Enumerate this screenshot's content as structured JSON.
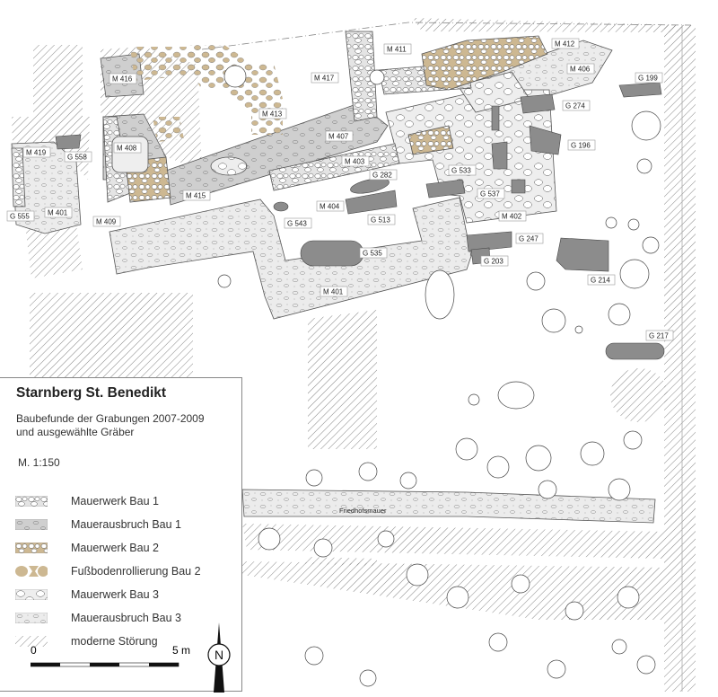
{
  "legend": {
    "title": "Starnberg St. Benedikt",
    "subtitle_line1": "Baubefunde der Grabungen 2007-2009",
    "subtitle_line2": "und ausgewählte Gräber",
    "scale": "M. 1:150",
    "items": [
      {
        "label": "Mauerwerk Bau 1"
      },
      {
        "label": "Maueraubruch Bau 1"
      },
      {
        "label": "Mauerwerk Bau 2"
      },
      {
        "label": "Fußbodenrollierung Bau 2"
      },
      {
        "label": "Mauerwerk Bau 3"
      },
      {
        "label": "Maueraubruch Bau 3"
      },
      {
        "label": "moderne Störung"
      }
    ],
    "scalebar_start": "0",
    "scalebar_end": "5 m",
    "north_label": "N"
  },
  "labels": {
    "m416": "M 416",
    "m417": "M 417",
    "m411": "M 411",
    "m412": "M 412",
    "m406": "M 406",
    "g199": "G 199",
    "g274": "G 274",
    "g196": "G 196",
    "m413": "M 413",
    "m407": "M 407",
    "m408": "M 408",
    "m419": "M 419",
    "g558": "G 558",
    "m403": "M 403",
    "g282": "G 282",
    "g533": "G 533",
    "g537": "G 537",
    "m415": "M 415",
    "m404": "M 404",
    "g513": "G 513",
    "m402": "M 402",
    "g555": "G 555",
    "m401a": "M 401",
    "m409": "M 409",
    "g543": "G 543",
    "g247": "G 247",
    "g535": "G 535",
    "g203": "G 203",
    "g214": "G 214",
    "m401b": "M 401",
    "g217": "G 217",
    "friedhofsmauer": "Friedhofsmauer"
  },
  "colors": {
    "bau1_masonry": "#e6e6e6",
    "bau1_robbed": "#c9c9c9",
    "bau2": "#cdb892",
    "bau3_masonry": "#eeeeee",
    "bau3_robbed": "#e8e8e8",
    "grave": "#8c8c8c",
    "hatch": "#777777"
  }
}
